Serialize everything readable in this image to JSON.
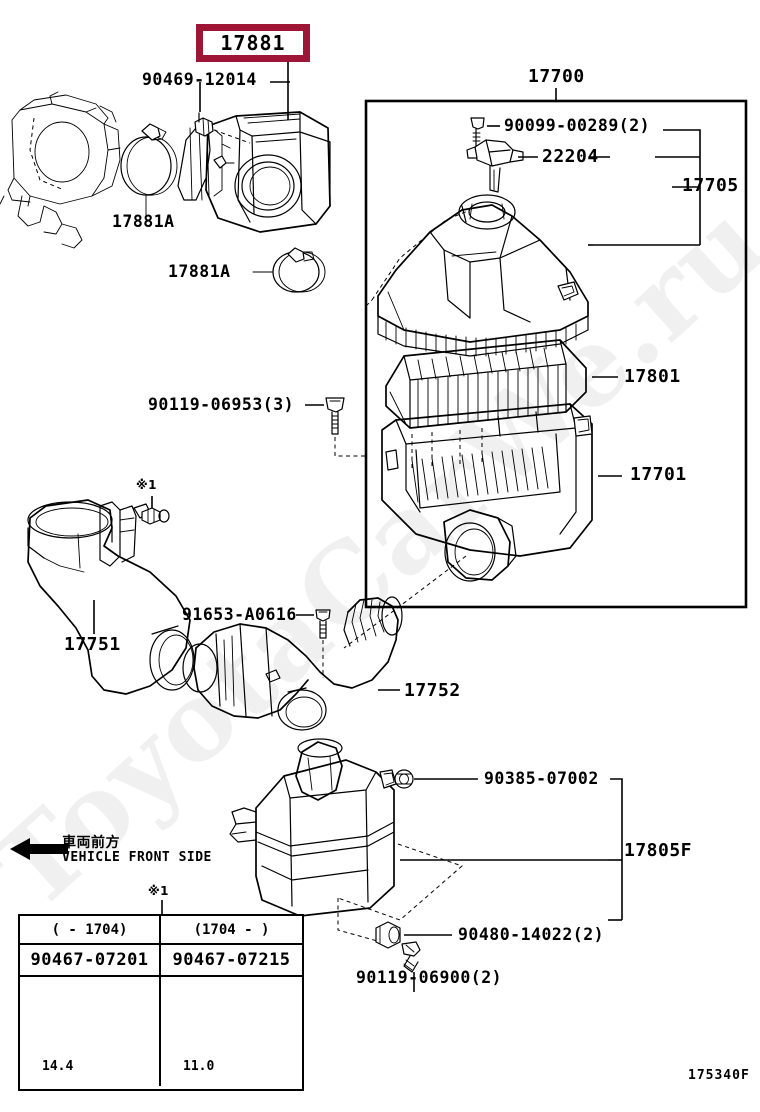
{
  "diagram": {
    "code": "175340F",
    "watermark": "ToyotaCarWe.ru",
    "front_side_jp": "車両前方",
    "front_side_en": "VEHICLE FRONT SIDE",
    "footnote_marker": "※1"
  },
  "highlight": {
    "part_number": "17881",
    "color": "#9e1536"
  },
  "labels": {
    "clamp_90469": "90469-12014",
    "hose_clamp_a_upper": "17881A",
    "hose_clamp_a_lower": "17881A",
    "assy_17700": "17700",
    "screw_90099": "90099-00289(2)",
    "maf_sensor_22204": "22204",
    "cap_sub_assy_17705": "17705",
    "air_filter_17801": "17801",
    "case_17701": "17701",
    "bolt_90119_06953": "90119-06953(3)",
    "inlet_17751": "17751",
    "bolt_91653": "91653-A0616",
    "hose_17752": "17752",
    "nut_90385": "90385-07002",
    "resonator_17805f": "17805F",
    "grommet_90480": "90480-14022(2)",
    "bolt_90119_06900": "90119-06900(2)"
  },
  "variant_table": {
    "columns": [
      {
        "range": "(     -  1704)",
        "part_number": "90467-07201",
        "dimension": "14.4"
      },
      {
        "range": "(1704 -     )",
        "part_number": "90467-07215",
        "dimension": "11.0"
      }
    ]
  }
}
